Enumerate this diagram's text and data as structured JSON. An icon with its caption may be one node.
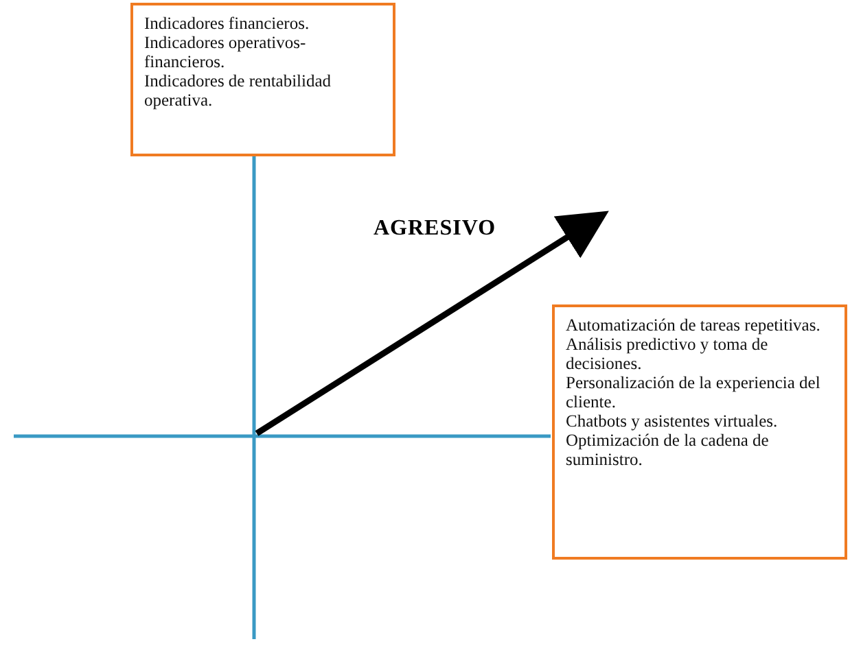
{
  "diagram": {
    "nodes": [
      {
        "text": [
          "Indicadores financieros.",
          "Indicadores operativos-financieros.",
          "Indicadores de rentabilidad operativa."
        ]
      },
      {
        "text": [
          "Automatización de tareas repetitivas.",
          "Análisis predictivo y toma de decisiones.",
          "Personalización de la experiencia del cliente.",
          "Chatbots y asistentes virtuales.",
          "Optimización de la cadena de suministro."
        ]
      }
    ],
    "edges": [],
    "labels": [
      "AGRESIVO"
    ]
  }
}
